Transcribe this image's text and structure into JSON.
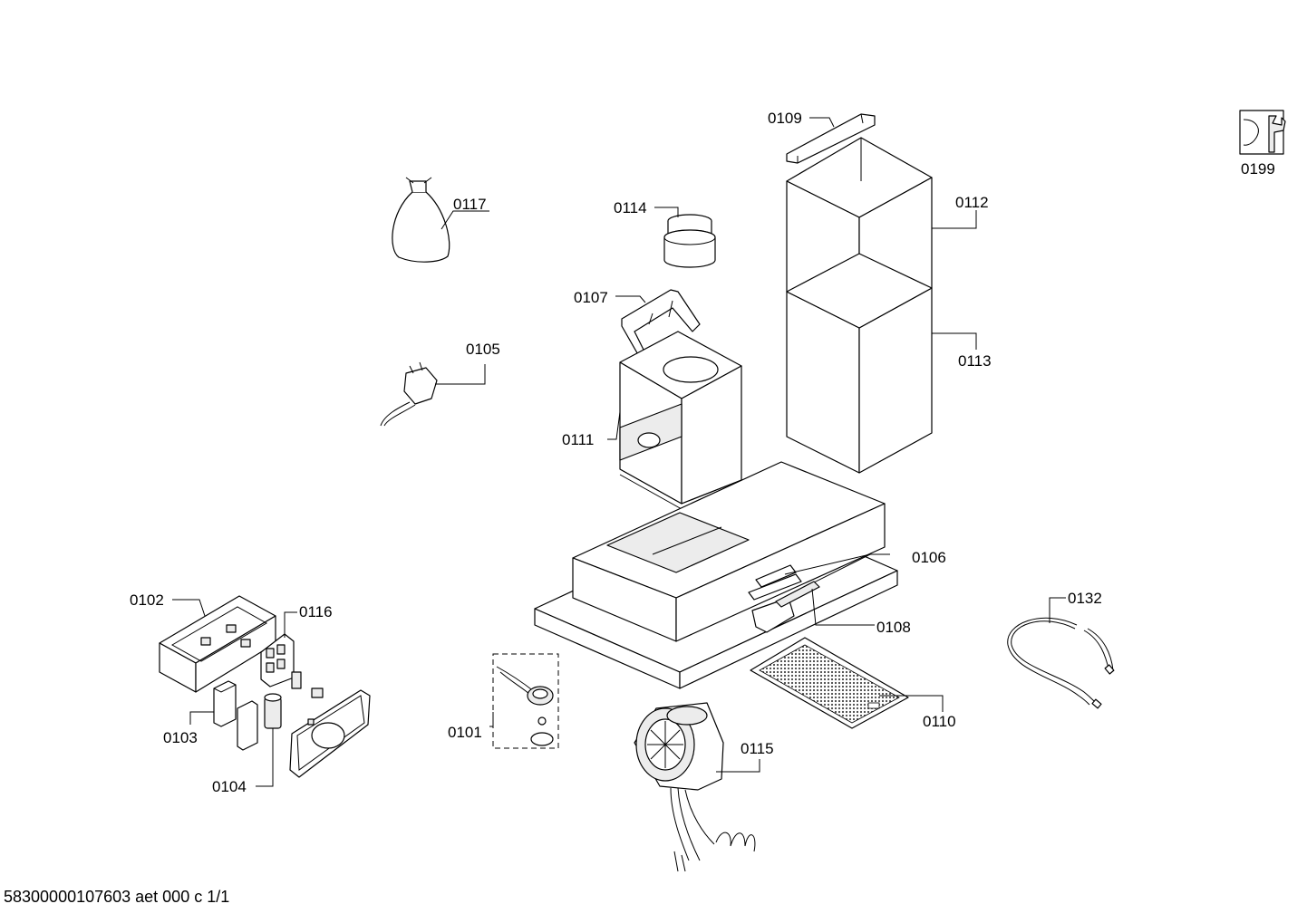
{
  "parts": {
    "p0101": "0101",
    "p0102": "0102",
    "p0103": "0103",
    "p0104": "0104",
    "p0105": "0105",
    "p0106": "0106",
    "p0107": "0107",
    "p0108": "0108",
    "p0109": "0109",
    "p0110": "0110",
    "p0111": "0111",
    "p0112": "0112",
    "p0113": "0113",
    "p0114": "0114",
    "p0115": "0115",
    "p0116": "0116",
    "p0117": "0117",
    "p0132": "0132",
    "p0199": "0199"
  },
  "footer": "58300000107603 aet 000 c 1/1",
  "icons": {
    "service": "wrench-icon"
  }
}
